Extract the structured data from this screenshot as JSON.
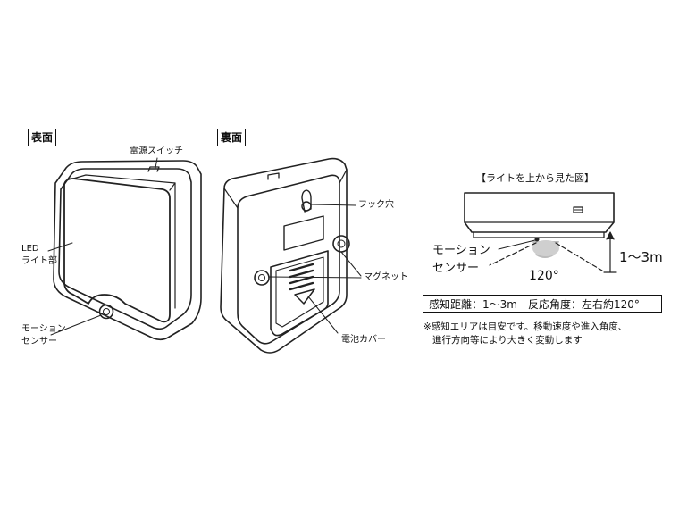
{
  "front": {
    "tag": "表面",
    "power_switch": "電源スイッチ",
    "led_line1": "LED",
    "led_line2": "ライト部",
    "sensor_line1": "モーション",
    "sensor_line2": "センサー"
  },
  "back": {
    "tag": "裏面",
    "hook_hole": "フック穴",
    "magnet": "マグネット",
    "battery_cover": "電池カバー"
  },
  "top_view": {
    "title": "【ライトを上から見た図】",
    "sensor_line1": "モーション",
    "sensor_line2": "センサー",
    "angle": "120°",
    "distance": "1〜3m",
    "spec": "感知距離：1〜3m　反応角度：左右約120°",
    "note_line1": "※感知エリアは目安です。移動速度や進入角度、",
    "note_line2": "進行方向等により大きく変動します"
  }
}
